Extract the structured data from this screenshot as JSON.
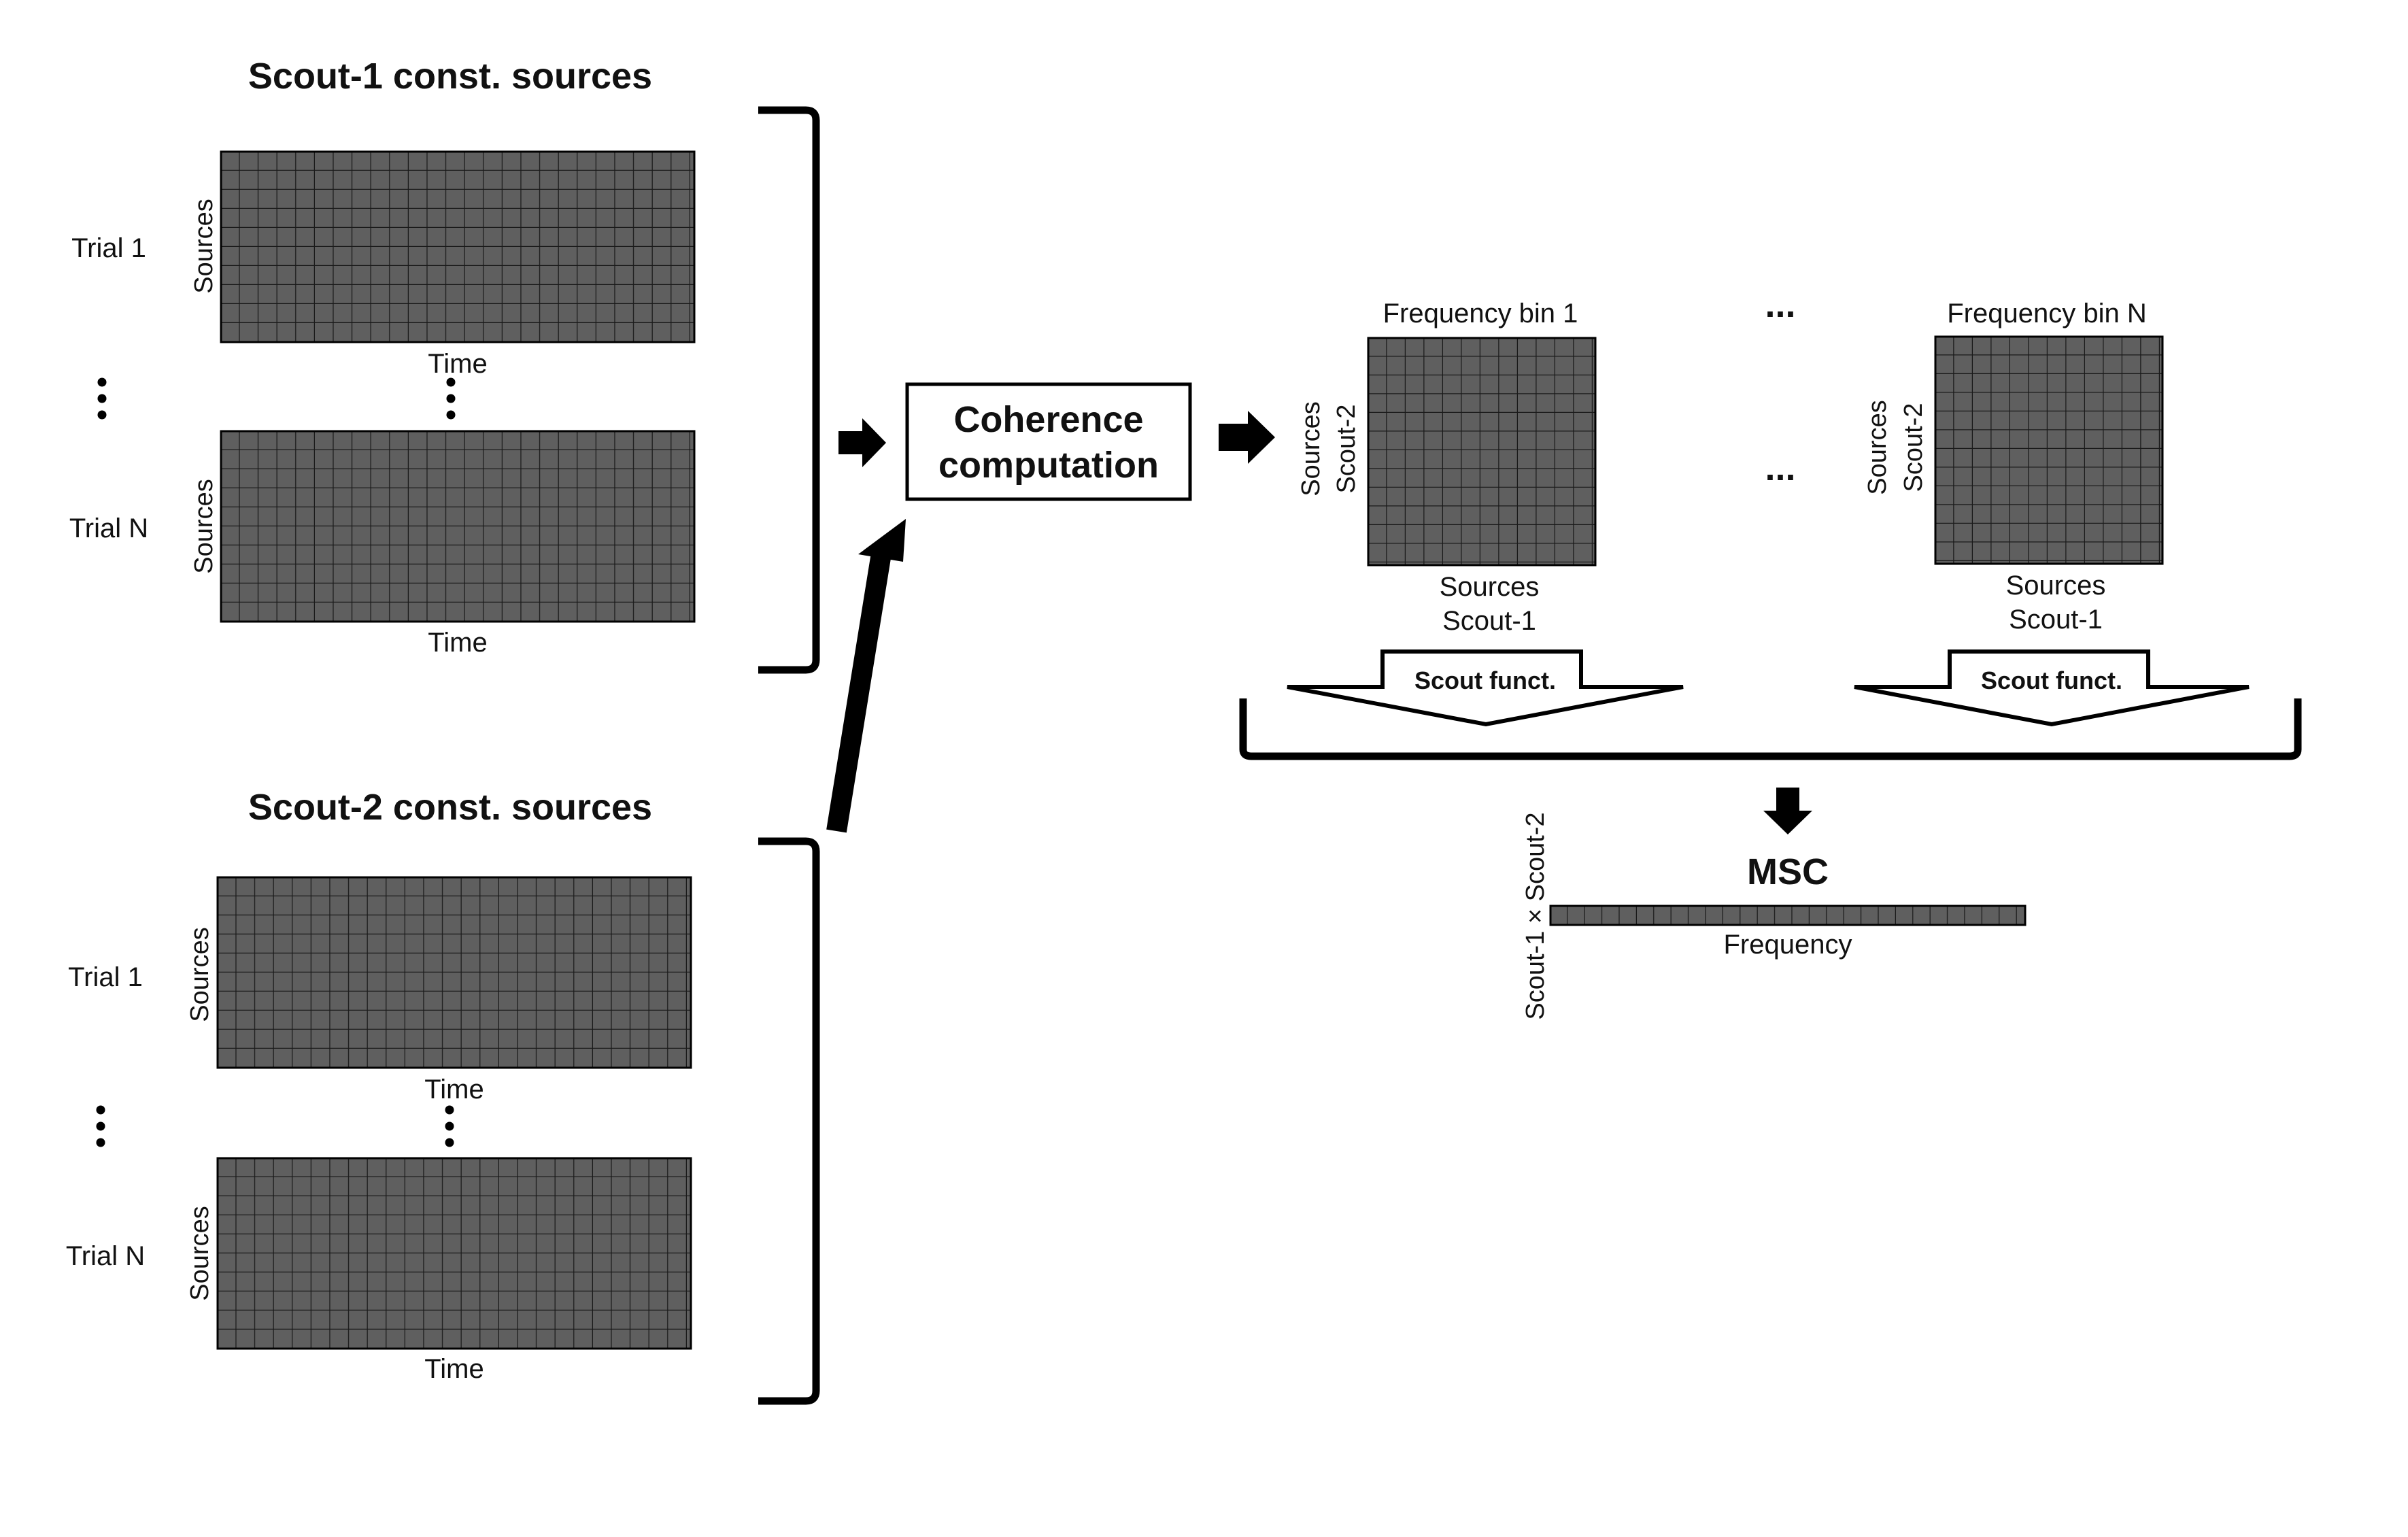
{
  "scout1": {
    "title": "Scout-1 const. sources",
    "trial_first": "Trial 1",
    "trial_last": "Trial N",
    "axis_y": "Sources",
    "axis_x": "Time"
  },
  "scout2": {
    "title": "Scout-2 const. sources",
    "trial_first": "Trial 1",
    "trial_last": "Trial N",
    "axis_y": "Sources",
    "axis_x": "Time"
  },
  "coherence": {
    "line1": "Coherence",
    "line2": "computation"
  },
  "freq_bins": [
    {
      "title": "Frequency bin 1",
      "ylabel1": "Sources",
      "ylabel2": "Scout-2",
      "xlabel1": "Sources",
      "xlabel2": "Scout-1",
      "funct": "Scout funct."
    },
    {
      "title": "Frequency bin N",
      "ylabel1": "Sources",
      "ylabel2": "Scout-2",
      "xlabel1": "Sources",
      "xlabel2": "Scout-1",
      "funct": "Scout funct."
    }
  ],
  "ellipsis": "...",
  "msc": {
    "title": "MSC",
    "ylabel": "Scout-1 × Scout-2",
    "xlabel": "Frequency"
  },
  "colors": {
    "cell_fill": "#5f5f5f",
    "grid_line": "#1a1a1a",
    "stroke": "#000000",
    "background": "#ffffff"
  }
}
